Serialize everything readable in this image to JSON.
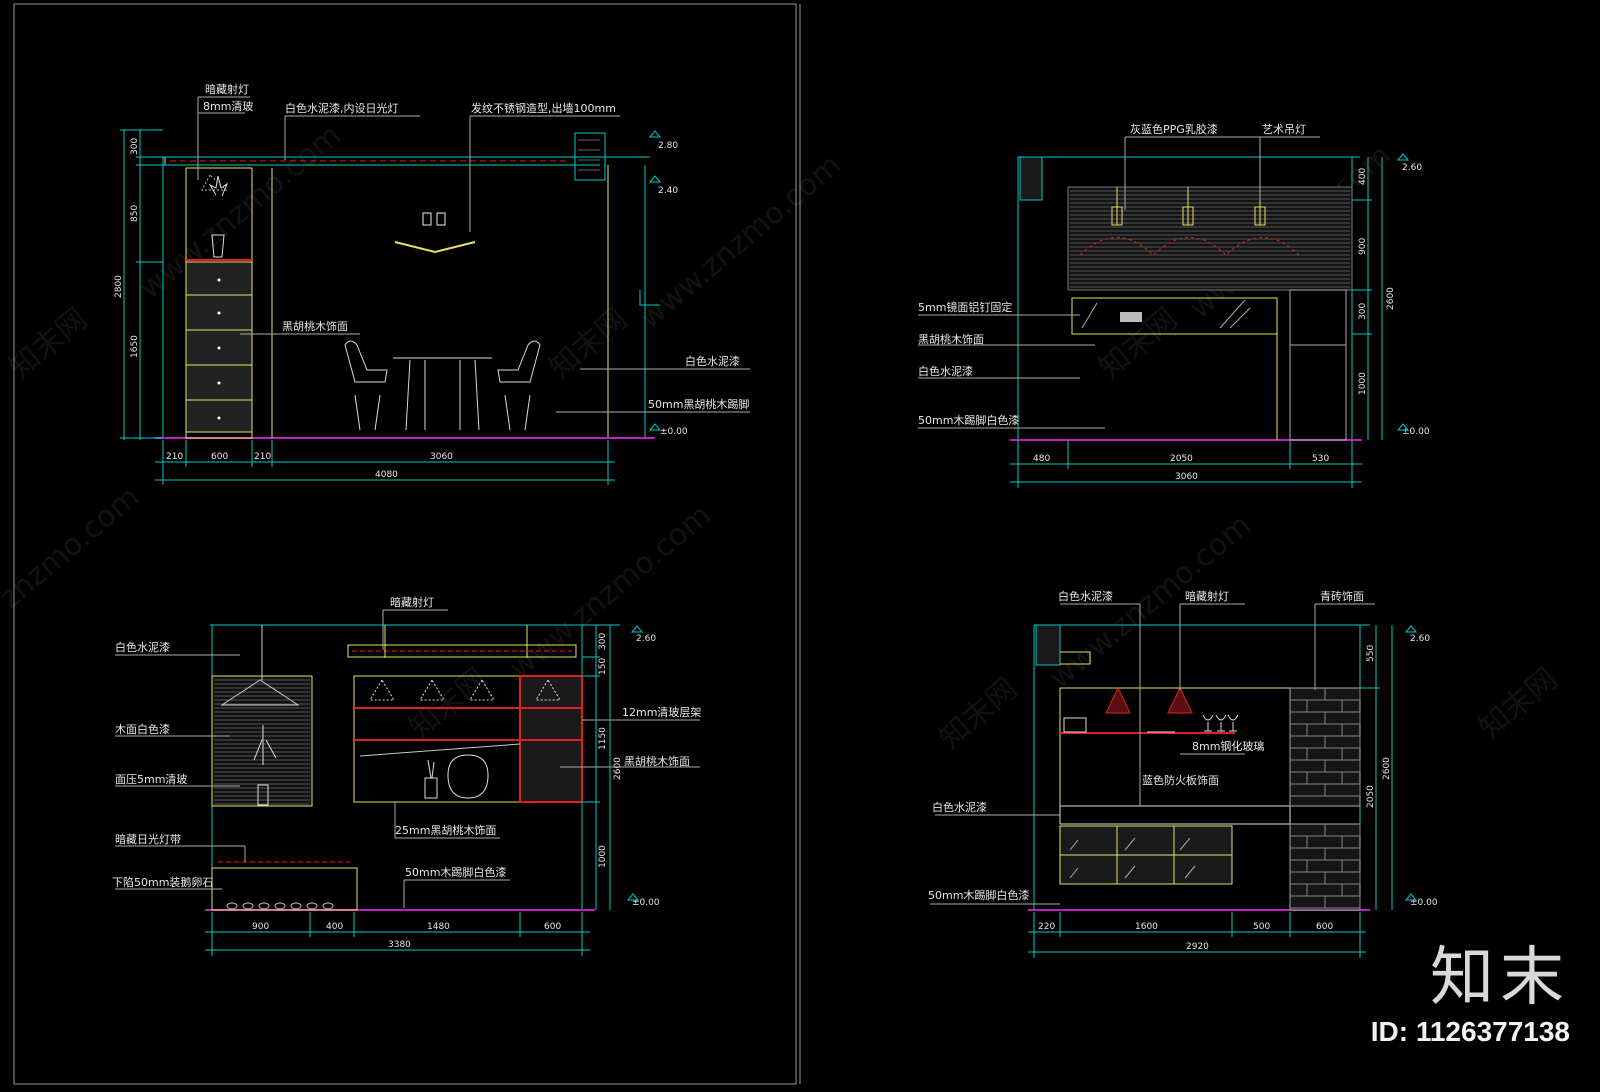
{
  "theme": {
    "bg": "#000000",
    "cyan": "#00c8c8",
    "yellow": "#e8e060",
    "red": "#e02020",
    "magenta": "#c020c0",
    "white": "#e6e6e6"
  },
  "watermark": {
    "text_cn": "知末网",
    "text_url": "www.znzmo.com",
    "text_short": "znzmo.com"
  },
  "brand": {
    "logo": "知末",
    "id": "ID: 1126377138"
  },
  "elevations": {
    "e1": {
      "labels": [
        "暗藏射灯",
        "8mm清玻",
        "白色水泥漆,内设日光灯",
        "发纹不锈钢造型,出墙100mm",
        "黑胡桃木饰面",
        "白色水泥漆",
        "50mm黑胡桃木踢脚"
      ],
      "levels": [
        "2.80",
        "2.40",
        "±0.00"
      ],
      "vdims": [
        "300",
        "850",
        "1650",
        "2800"
      ],
      "hdims": [
        "210",
        "600",
        "210",
        "3060"
      ],
      "total": "4080"
    },
    "e2": {
      "labels": [
        "灰蓝色PPG乳胶漆",
        "艺术吊灯",
        "5mm镜面铝钉固定",
        "黑胡桃木饰面",
        "白色水泥漆",
        "50mm木踢脚白色漆"
      ],
      "levels": [
        "2.60",
        "±0.00"
      ],
      "vdims": [
        "400",
        "900",
        "300",
        "1000",
        "2600"
      ],
      "hdims": [
        "480",
        "2050",
        "530"
      ],
      "total": "3060"
    },
    "e3": {
      "labels": [
        "暗藏射灯",
        "白色水泥漆",
        "木面白色漆",
        "面压5mm清玻",
        "暗藏日光灯带",
        "下陷50mm装鹅卵石",
        "12mm清玻层架",
        "黑胡桃木饰面",
        "25mm黑胡桃木饰面",
        "50mm木踢脚白色漆"
      ],
      "levels": [
        "2.60",
        "±0.00"
      ],
      "vdims": [
        "300",
        "150",
        "1150",
        "1000",
        "2600"
      ],
      "hdims": [
        "900",
        "400",
        "1480",
        "600"
      ],
      "total": "3380"
    },
    "e4": {
      "labels": [
        "白色水泥漆",
        "暗藏射灯",
        "青砖饰面",
        "8mm钢化玻璃",
        "蓝色防火板饰面",
        "白色水泥漆",
        "50mm木踢脚白色漆"
      ],
      "levels": [
        "2.60",
        "±0.00"
      ],
      "vdims": [
        "550",
        "2050",
        "2600"
      ],
      "hdims": [
        "220",
        "1600",
        "500",
        "600"
      ],
      "total": "2920"
    }
  }
}
